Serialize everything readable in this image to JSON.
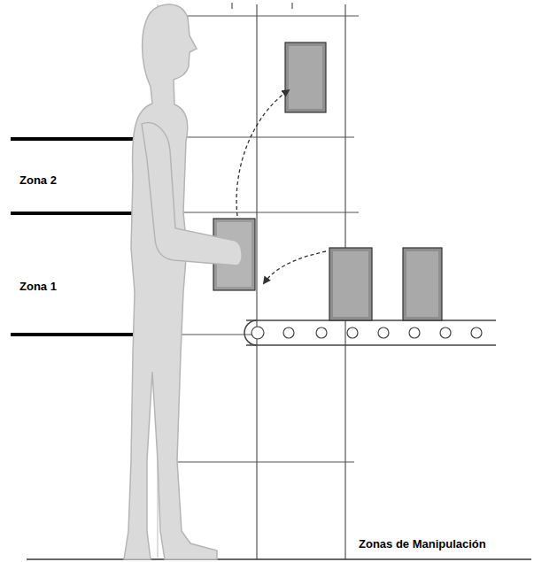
{
  "diagram": {
    "labels": [
      "Zona 2",
      "Zona 1",
      "Zonas de Manipulación"
    ]
  }
}
